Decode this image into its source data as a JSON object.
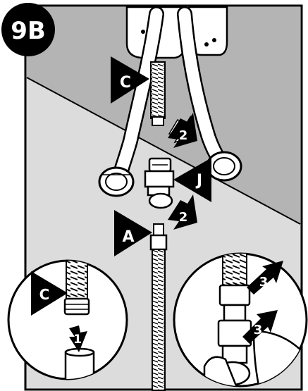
{
  "step_badge": "9B",
  "callouts": {
    "supply_hose_main": "C",
    "supply_hose_inset": "C",
    "adapter_j": "J",
    "faucet_line_a": "A",
    "arrow_upper_2": "2",
    "arrow_lower_2": "2",
    "arrow_down_1": "1",
    "arrow_top_3": "3",
    "arrow_bottom_3": "3"
  },
  "colors": {
    "background_light": "#dcdcdc",
    "background_dark": "#b4b4b4",
    "outline": "#000000",
    "fill_white": "#ffffff"
  }
}
